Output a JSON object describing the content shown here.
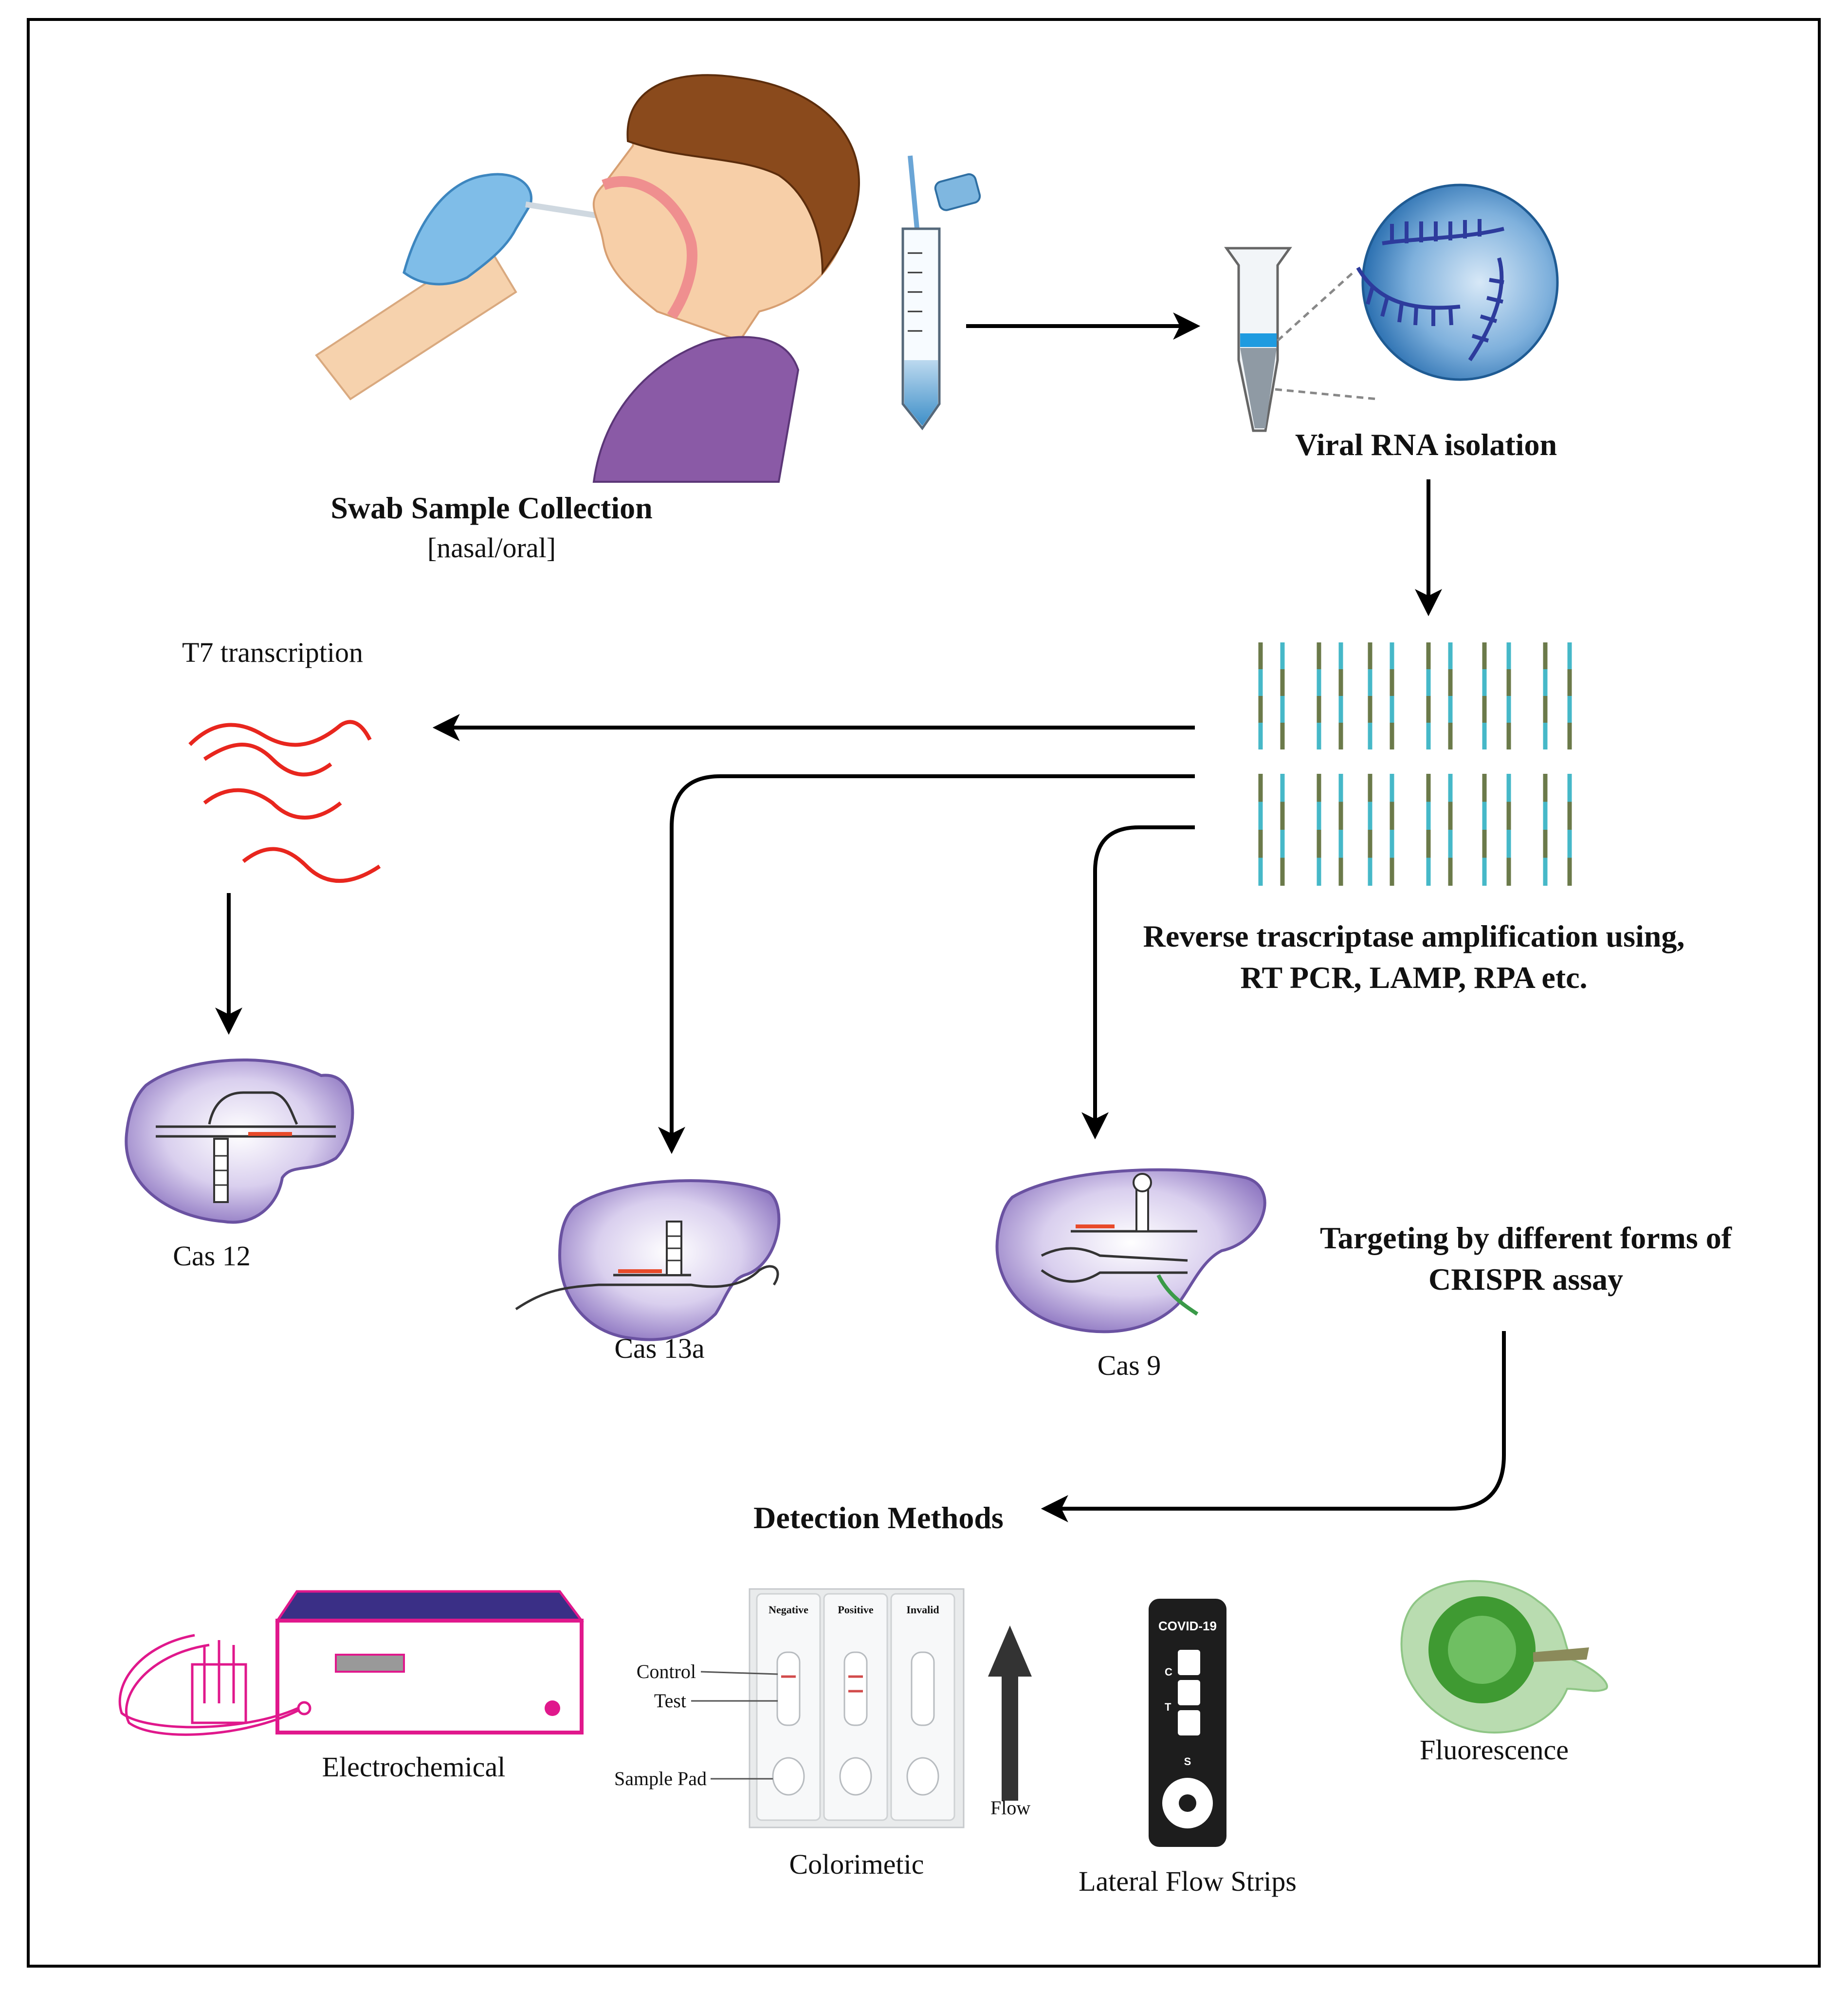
{
  "steps": {
    "swab": {
      "title": "Swab Sample Collection",
      "subtitle": "[nasal/oral]"
    },
    "rna": {
      "title": "Viral RNA isolation"
    },
    "amplification": {
      "line1": "Reverse trascriptase amplification using,",
      "line2": "RT PCR, LAMP, RPA etc."
    },
    "t7": {
      "title": "T7 transcription"
    },
    "targeting": {
      "line1": "Targeting by different forms of",
      "line2": "CRISPR assay"
    },
    "detection": {
      "title": "Detection Methods"
    }
  },
  "cas": {
    "cas12": "Cas 12",
    "cas13a": "Cas 13a",
    "cas9": "Cas 9"
  },
  "methods": {
    "electrochemical": "Electrochemical",
    "colorimetric": "Colorimetic",
    "lateral_flow": "Lateral Flow Strips",
    "fluorescence": "Fluorescence"
  },
  "colorimetric_strip": {
    "columns": [
      "Negative",
      "Positive",
      "Invalid"
    ],
    "labels": {
      "control": "Control",
      "test": "Test",
      "sample_pad": "Sample Pad",
      "flow": "Flow"
    }
  },
  "lateral_flow_device": {
    "title": "COVID-19",
    "marks": {
      "c": "C",
      "t": "T",
      "s": "S"
    }
  },
  "colors": {
    "arrow": "#000000",
    "cas_protein": "#9c86c8",
    "t7_rna": "#e8261e",
    "rna_circle": "#2a6fb0",
    "electrochem": "#e0188c",
    "fluorescence": "#3f9a32"
  }
}
